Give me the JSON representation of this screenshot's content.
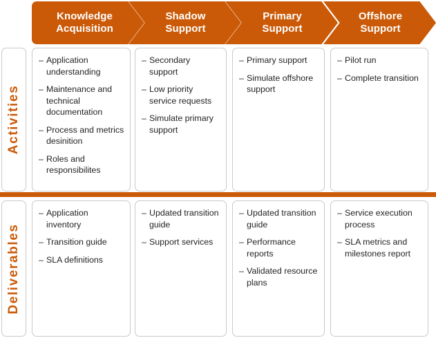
{
  "theme": {
    "accent_orange": "#CB5A08",
    "card_border": "#c9c9c9",
    "text_dark": "#231f20",
    "header_text": "#ffffff",
    "background": "#ffffff"
  },
  "bullet_marker": "–",
  "row_labels": {
    "activities": "Activities",
    "deliverables": "Deliverables"
  },
  "phases": [
    {
      "id": "knowledge-acquisition",
      "title_line1": "Knowledge",
      "title_line2": "Acquisition"
    },
    {
      "id": "shadow-support",
      "title_line1": "Shadow",
      "title_line2": "Support"
    },
    {
      "id": "primary-support",
      "title_line1": "Primary",
      "title_line2": "Support"
    },
    {
      "id": "offshore-support",
      "title_line1": "Offshore",
      "title_line2": "Support"
    }
  ],
  "activities": [
    {
      "phase": "knowledge-acquisition",
      "items": [
        "Application understanding",
        "Maintenance and technical documentation",
        "Process and metrics desinition",
        "Roles and responsibilites"
      ]
    },
    {
      "phase": "shadow-support",
      "items": [
        "Secondary support",
        "Low priority service requests",
        "Simulate primary support"
      ]
    },
    {
      "phase": "primary-support",
      "items": [
        "Primary support",
        "Simulate offshore support"
      ]
    },
    {
      "phase": "offshore-support",
      "items": [
        "Pilot run",
        "Complete transition"
      ]
    }
  ],
  "deliverables": [
    {
      "phase": "knowledge-acquisition",
      "items": [
        "Application inventory",
        "Transition guide",
        "SLA definitions"
      ]
    },
    {
      "phase": "shadow-support",
      "items": [
        "Updated transition guide",
        "Support services"
      ]
    },
    {
      "phase": "primary-support",
      "items": [
        "Updated transition guide",
        "Performance reports",
        "Validated resource plans"
      ]
    },
    {
      "phase": "offshore-support",
      "items": [
        "Service execution process",
        "SLA metrics and milestones report"
      ]
    }
  ]
}
